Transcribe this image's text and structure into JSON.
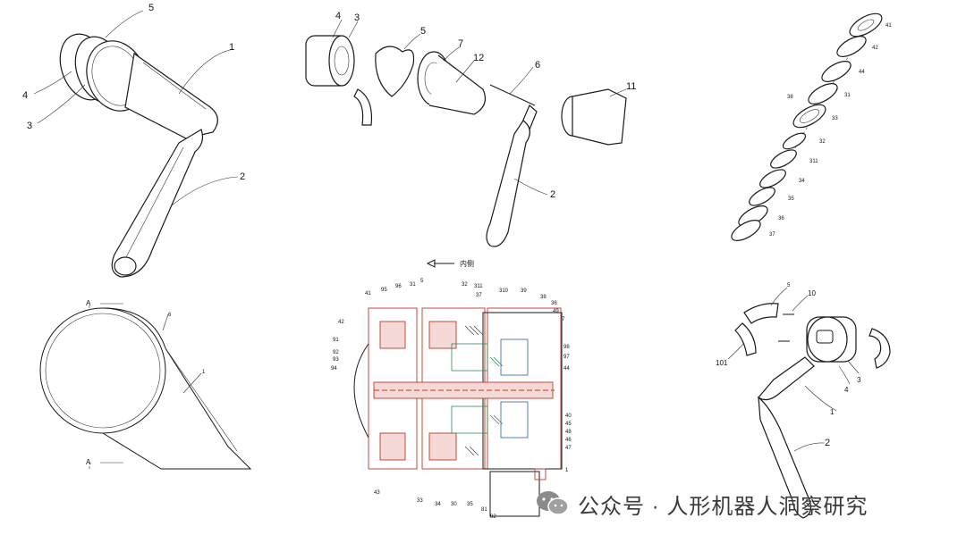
{
  "panel1": {
    "labels": [
      "5",
      "1",
      "4",
      "3",
      "2"
    ]
  },
  "panel2": {
    "labels": [
      "4",
      "3",
      "5",
      "7",
      "12",
      "6",
      "11",
      "2"
    ]
  },
  "panel3": {
    "labels": [
      "41",
      "42",
      "44",
      "31",
      "33",
      "32",
      "311",
      "34",
      "35",
      "36",
      "37",
      "38"
    ]
  },
  "panel4": {
    "labels": [
      "A",
      "A",
      "6",
      "1"
    ]
  },
  "panel5": {
    "direction_label": "内侧",
    "labels_top": [
      "41",
      "95",
      "96",
      "31",
      "5",
      "32",
      "311",
      "37",
      "310",
      "39",
      "36",
      "49",
      "38",
      "7"
    ],
    "labels_left": [
      "42",
      "91",
      "92",
      "93",
      "94"
    ],
    "labels_right": [
      "98",
      "97",
      "44",
      "40",
      "45",
      "48",
      "46",
      "47",
      "1"
    ],
    "labels_bottom": [
      "43",
      "33",
      "34",
      "30",
      "35",
      "81",
      "82"
    ]
  },
  "panel6": {
    "labels": [
      "5",
      "10",
      "101",
      "4",
      "3",
      "1",
      "2"
    ]
  },
  "watermark": {
    "text": "公众号 · 人形机器人洞察研究",
    "icon": "wechat-icon"
  }
}
